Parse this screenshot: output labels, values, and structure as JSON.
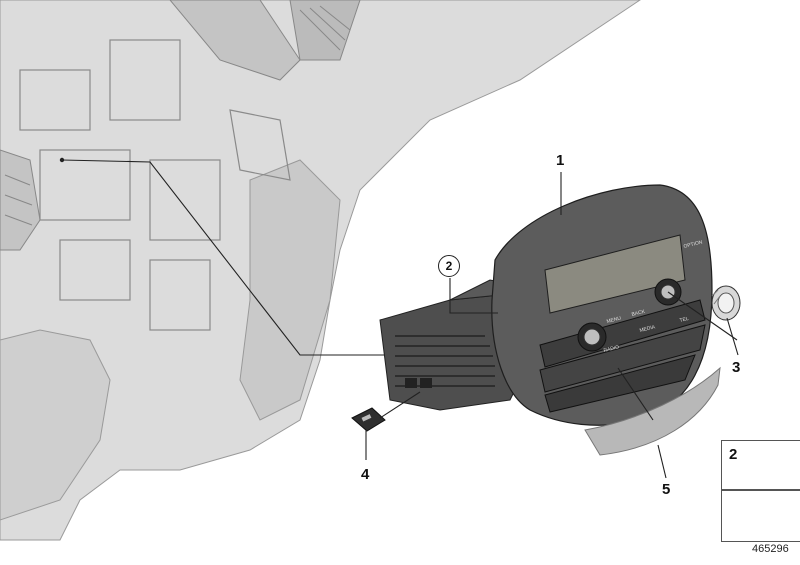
{
  "callouts": {
    "radio": "1",
    "screw": "2",
    "knob": "3",
    "aux_cover": "4",
    "trim_panel": "5"
  },
  "circled_ref": "2",
  "legend": {
    "screw_label": "2"
  },
  "diagram_id": "465296",
  "button_labels": [
    "MENU",
    "BACK",
    "OPTION",
    "MEDIA",
    "TEL",
    "RADIO"
  ],
  "colors": {
    "dashboard": "#d9d9d9",
    "dashboard_shade": "#bdbdbd",
    "unit_dark": "#4a4a4a",
    "unit_mid": "#6b6b6b",
    "display": "#8a8a82",
    "leader": "#222222"
  }
}
